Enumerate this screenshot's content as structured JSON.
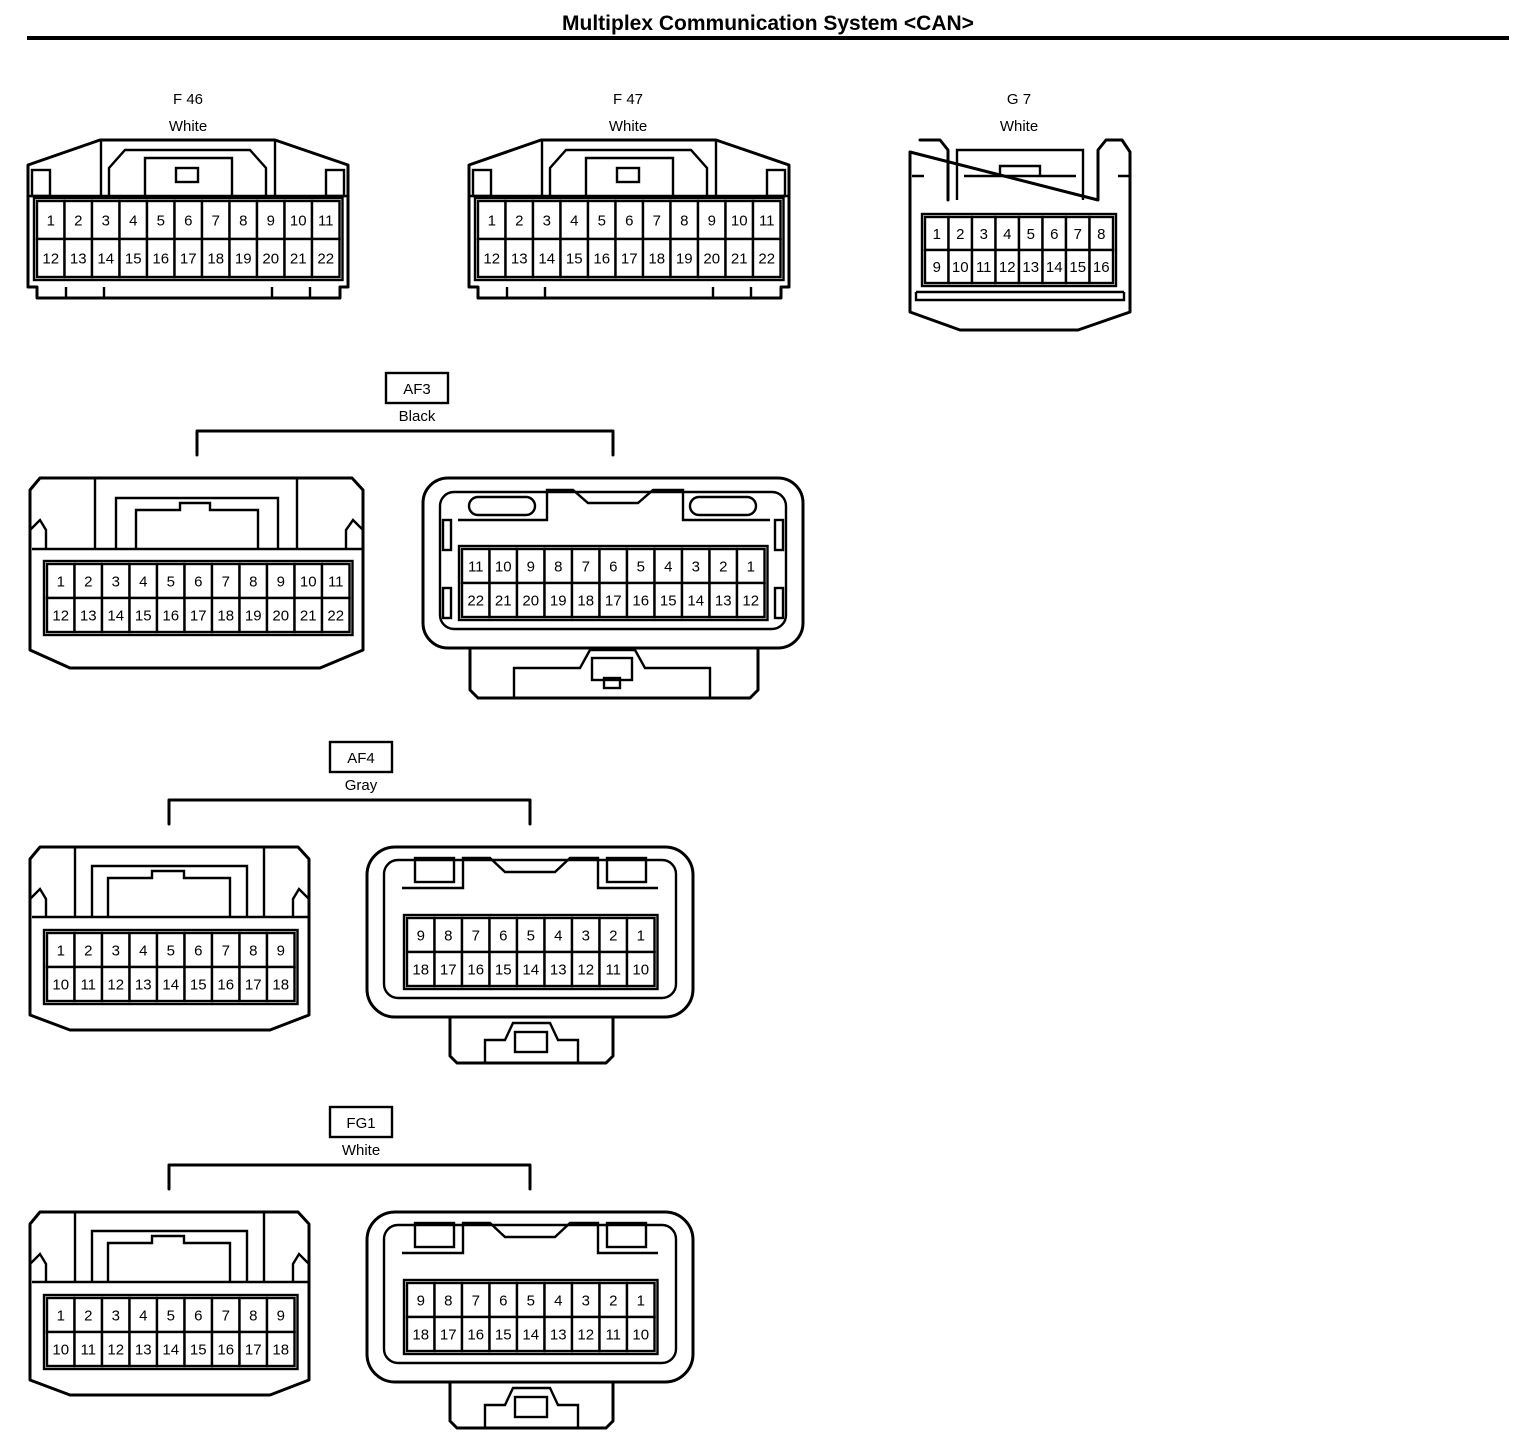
{
  "page_title": "Multiplex Communication System <CAN>",
  "connectors": [
    {
      "code": "F 46",
      "color": "White",
      "rows": [
        [
          "1",
          "2",
          "3",
          "4",
          "5",
          "6",
          "7",
          "8",
          "9",
          "10",
          "11"
        ],
        [
          "12",
          "13",
          "14",
          "15",
          "16",
          "17",
          "18",
          "19",
          "20",
          "21",
          "22"
        ]
      ]
    },
    {
      "code": "F 47",
      "color": "White",
      "rows": [
        [
          "1",
          "2",
          "3",
          "4",
          "5",
          "6",
          "7",
          "8",
          "9",
          "10",
          "11"
        ],
        [
          "12",
          "13",
          "14",
          "15",
          "16",
          "17",
          "18",
          "19",
          "20",
          "21",
          "22"
        ]
      ]
    },
    {
      "code": "G 7",
      "color": "White",
      "rows": [
        [
          "1",
          "2",
          "3",
          "4",
          "5",
          "6",
          "7",
          "8"
        ],
        [
          "9",
          "10",
          "11",
          "12",
          "13",
          "14",
          "15",
          "16"
        ]
      ]
    }
  ],
  "junctions": [
    {
      "code": "AF3",
      "color": "Black",
      "male_rows": [
        [
          "1",
          "2",
          "3",
          "4",
          "5",
          "6",
          "7",
          "8",
          "9",
          "10",
          "11"
        ],
        [
          "12",
          "13",
          "14",
          "15",
          "16",
          "17",
          "18",
          "19",
          "20",
          "21",
          "22"
        ]
      ],
      "female_rows": [
        [
          "11",
          "10",
          "9",
          "8",
          "7",
          "6",
          "5",
          "4",
          "3",
          "2",
          "1"
        ],
        [
          "22",
          "21",
          "20",
          "19",
          "18",
          "17",
          "16",
          "15",
          "14",
          "13",
          "12"
        ]
      ]
    },
    {
      "code": "AF4",
      "color": "Gray",
      "male_rows": [
        [
          "1",
          "2",
          "3",
          "4",
          "5",
          "6",
          "7",
          "8",
          "9"
        ],
        [
          "10",
          "11",
          "12",
          "13",
          "14",
          "15",
          "16",
          "17",
          "18"
        ]
      ],
      "female_rows": [
        [
          "9",
          "8",
          "7",
          "6",
          "5",
          "4",
          "3",
          "2",
          "1"
        ],
        [
          "18",
          "17",
          "16",
          "15",
          "14",
          "13",
          "12",
          "11",
          "10"
        ]
      ]
    },
    {
      "code": "FG1",
      "color": "White",
      "male_rows": [
        [
          "1",
          "2",
          "3",
          "4",
          "5",
          "6",
          "7",
          "8",
          "9"
        ],
        [
          "10",
          "11",
          "12",
          "13",
          "14",
          "15",
          "16",
          "17",
          "18"
        ]
      ],
      "female_rows": [
        [
          "9",
          "8",
          "7",
          "6",
          "5",
          "4",
          "3",
          "2",
          "1"
        ],
        [
          "18",
          "17",
          "16",
          "15",
          "14",
          "13",
          "12",
          "11",
          "10"
        ]
      ]
    }
  ]
}
